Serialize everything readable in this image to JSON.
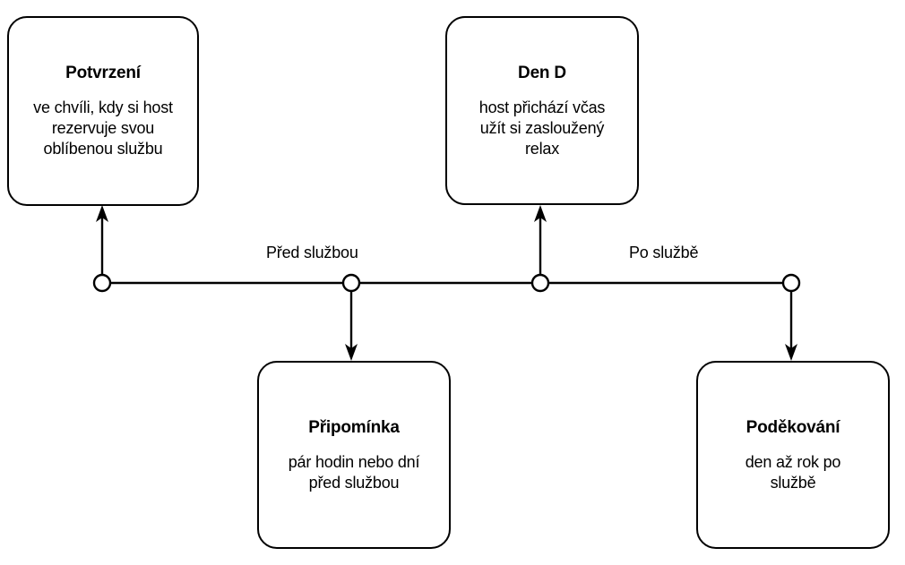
{
  "diagram": {
    "title_hidden": "",
    "nodes": [
      {
        "id": "potvrzeni",
        "title": "Potvrzení",
        "desc": "ve chvíli, kdy si host\nrezervuje svou\noblíbenou službu"
      },
      {
        "id": "den-d",
        "title": "Den D",
        "desc": "host přichází včas\nužít si zasloužený\nrelax"
      },
      {
        "id": "pripominka",
        "title": "Připomínka",
        "desc": "pár hodin nebo dní\npřed službou"
      },
      {
        "id": "podekovani",
        "title": "Poděkování",
        "desc": "den až rok po\nslužbě"
      }
    ],
    "phase_labels": [
      {
        "id": "pred-sluzbou",
        "text": "Před službou"
      },
      {
        "id": "po-sluzbe",
        "text": "Po službě"
      }
    ],
    "timeline": {
      "marker_count": 4,
      "line_color": "#000000"
    }
  }
}
